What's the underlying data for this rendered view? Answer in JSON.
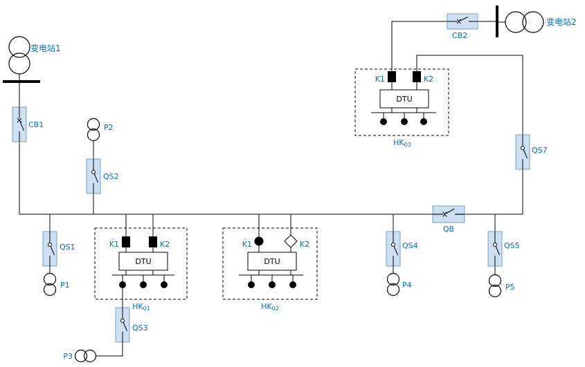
{
  "colors": {
    "background": "#FFFFFF",
    "line": "#000000",
    "label": "#0070C0",
    "switch_fill": "#CCE0F2",
    "switch_border": "#74A0C0"
  },
  "labels": {
    "substation1": "变电站1",
    "substation2": "变电站2",
    "cb1": "CB1",
    "cb2": "CB2",
    "qs1": "QS1",
    "qs2": "QS2",
    "qs3": "QS3",
    "qs4": "QS4",
    "qs5": "QS5",
    "qs7": "QS7",
    "qb": "QB",
    "p1": "P1",
    "p2": "P2",
    "p3": "P3",
    "p4": "P4",
    "p5": "P5",
    "k1": "K1",
    "k2": "K2",
    "dtu": "DTU",
    "hk": "HK",
    "hk01_sub": "01",
    "hk02_sub": "02",
    "hk03_sub": "03"
  }
}
